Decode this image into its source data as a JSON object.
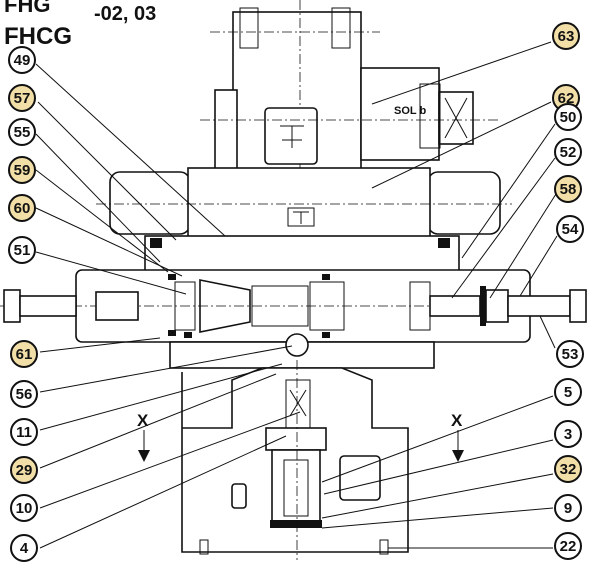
{
  "header": {
    "line1": "FHG",
    "line1_suffix": "-02, 03",
    "line2": "FHCG"
  },
  "solenoid_label": "SOL b",
  "section_markers": [
    "X",
    "X"
  ],
  "colors": {
    "callout_plain": "#ffffff",
    "callout_highlight": "#f2dfa8",
    "ink": "#111111"
  },
  "callouts": {
    "c63": {
      "label": "63",
      "highlight": true
    },
    "c62": {
      "label": "62",
      "highlight": true
    },
    "c50": {
      "label": "50",
      "highlight": false
    },
    "c52": {
      "label": "52",
      "highlight": false
    },
    "c58": {
      "label": "58",
      "highlight": true
    },
    "c54": {
      "label": "54",
      "highlight": false
    },
    "c53": {
      "label": "53",
      "highlight": false
    },
    "c5": {
      "label": "5",
      "highlight": false
    },
    "c3": {
      "label": "3",
      "highlight": false
    },
    "c32": {
      "label": "32",
      "highlight": true
    },
    "c9": {
      "label": "9",
      "highlight": false
    },
    "c22": {
      "label": "22",
      "highlight": false
    },
    "c49": {
      "label": "49",
      "highlight": false
    },
    "c57": {
      "label": "57",
      "highlight": true
    },
    "c55": {
      "label": "55",
      "highlight": false
    },
    "c59": {
      "label": "59",
      "highlight": true
    },
    "c60": {
      "label": "60",
      "highlight": true
    },
    "c51": {
      "label": "51",
      "highlight": false
    },
    "c61": {
      "label": "61",
      "highlight": true
    },
    "c56": {
      "label": "56",
      "highlight": false
    },
    "c11": {
      "label": "11",
      "highlight": false
    },
    "c29": {
      "label": "29",
      "highlight": true
    },
    "c10": {
      "label": "10",
      "highlight": false
    },
    "c4": {
      "label": "4",
      "highlight": false
    }
  }
}
